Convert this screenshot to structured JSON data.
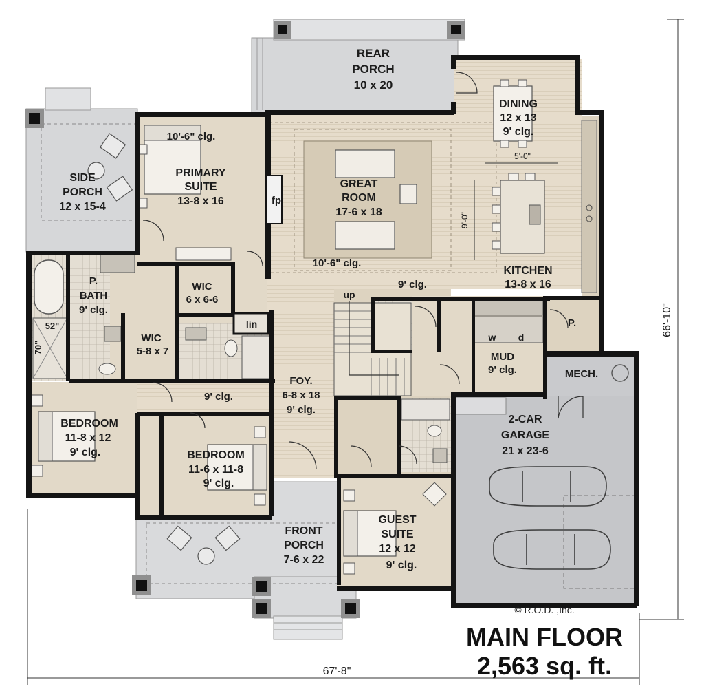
{
  "plan": {
    "title": "MAIN FLOOR",
    "area": "2,563 sq. ft.",
    "width_dim": "67'-8\"",
    "depth_dim": "66'-10\"",
    "copyright": "© R.O.D. ,Inc.",
    "colors": {
      "wall": "#141414",
      "floor_wood": "#e6dccb",
      "floor_tan": "#ddd3c0",
      "porch": "#d6d7d9",
      "garage": "#c5c6c9",
      "fixture": "#c7c2b8"
    }
  },
  "rooms": {
    "rear_porch": {
      "l1": "REAR",
      "l2": "PORCH",
      "l3": "10 x 20"
    },
    "dining": {
      "l1": "DINING",
      "l2": "12 x 13",
      "l3": "9' clg."
    },
    "side_porch": {
      "l1": "SIDE",
      "l2": "PORCH",
      "l3": "12 x 15-4"
    },
    "primary_suite": {
      "clg": "10'-6\" clg.",
      "l1": "PRIMARY",
      "l2": "SUITE",
      "l3": "13-8 x 16"
    },
    "great_room": {
      "l1": "GREAT",
      "l2": "ROOM",
      "l3": "17-6 x 18",
      "clg": "10'-6\" clg.",
      "fp": "fp"
    },
    "kitchen": {
      "l1": "KITCHEN",
      "l2": "13-8 x 16",
      "clg": "9' clg.",
      "dim_a": "5'-0\"",
      "dim_b": "9'-0\""
    },
    "p_bath": {
      "l1": "P.",
      "l2": "BATH",
      "l3": "9' clg.",
      "tub_w": "52\"",
      "tub_h": "70\""
    },
    "wic1": {
      "l1": "WIC",
      "l2": "6 x 6-6"
    },
    "wic2": {
      "l1": "WIC",
      "l2": "5-8 x 7"
    },
    "lin": {
      "l1": "lin"
    },
    "stairs": {
      "l1": "up"
    },
    "pantry": {
      "l1": "P."
    },
    "mud": {
      "l1": "MUD",
      "l2": "9' clg.",
      "w": "w",
      "d": "d"
    },
    "mech": {
      "l1": "MECH."
    },
    "foyer": {
      "l1": "FOY.",
      "l2": "6-8 x 18",
      "l3": "9' clg.",
      "hall_clg": "9' clg."
    },
    "bedroom1": {
      "l1": "BEDROOM",
      "l2": "11-8 x 12",
      "l3": "9' clg."
    },
    "bedroom2": {
      "l1": "BEDROOM",
      "l2": "11-6 x 11-8",
      "l3": "9' clg."
    },
    "garage": {
      "l1": "2-CAR",
      "l2": "GARAGE",
      "l3": "21 x 23-6"
    },
    "front_porch": {
      "l1": "FRONT",
      "l2": "PORCH",
      "l3": "7-6 x 22"
    },
    "guest_suite": {
      "l1": "GUEST",
      "l2": "SUITE",
      "l3": "12 x 12",
      "l4": "9' clg."
    }
  }
}
